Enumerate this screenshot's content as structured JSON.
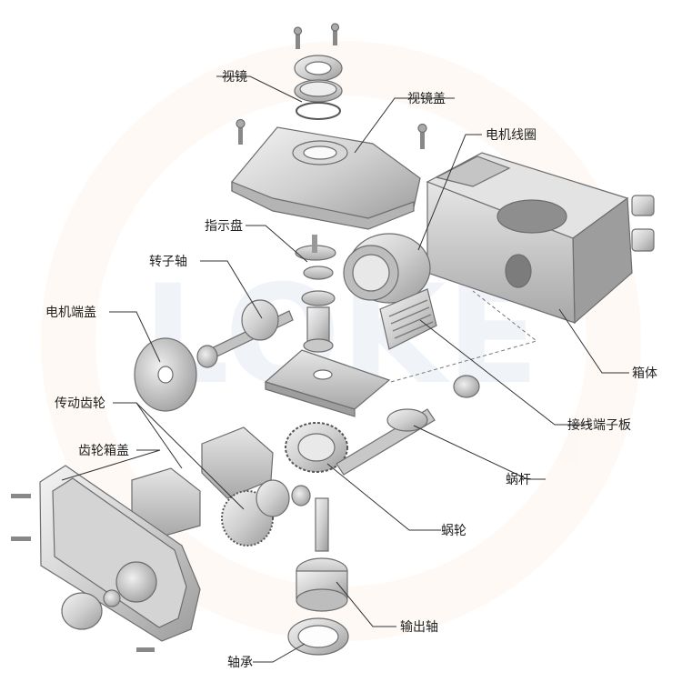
{
  "diagram": {
    "labels": {
      "sight_glass": "视镜",
      "sight_glass_cover": "视镜盖",
      "motor_coil": "电机线圈",
      "indicator_disc": "指示盘",
      "rotor_shaft": "转子轴",
      "motor_end_cover": "电机端盖",
      "transmission_gear": "传动齿轮",
      "gearbox_cover": "齿轮箱盖",
      "housing": "箱体",
      "terminal_board": "接线端子板",
      "worm": "蜗杆",
      "worm_wheel": "蜗轮",
      "output_shaft": "输出轴",
      "bearing": "轴承"
    },
    "watermark": "LOKE"
  }
}
